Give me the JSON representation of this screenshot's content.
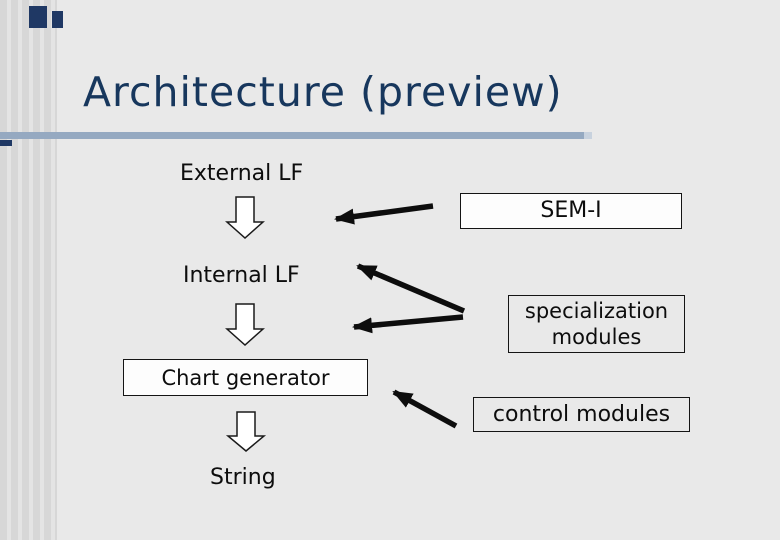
{
  "slide": {
    "title": "Architecture (preview)"
  },
  "diagram": {
    "nodes": {
      "external_lf": "External LF",
      "internal_lf": "Internal LF",
      "chart_generator": "Chart generator",
      "string": "String",
      "sem_i": "SEM-I",
      "specialization_modules": "specialization modules",
      "control_modules": "control modules"
    }
  },
  "colors": {
    "background": "#e9e9e9",
    "title_text": "#17375d",
    "underline": "#95a9c1",
    "accent_square": "#1f3864",
    "node_text": "#0d0d0d",
    "arrow": "#0d0d0d",
    "box_fill_white": "#fdfdfd",
    "box_border": "#141414"
  }
}
